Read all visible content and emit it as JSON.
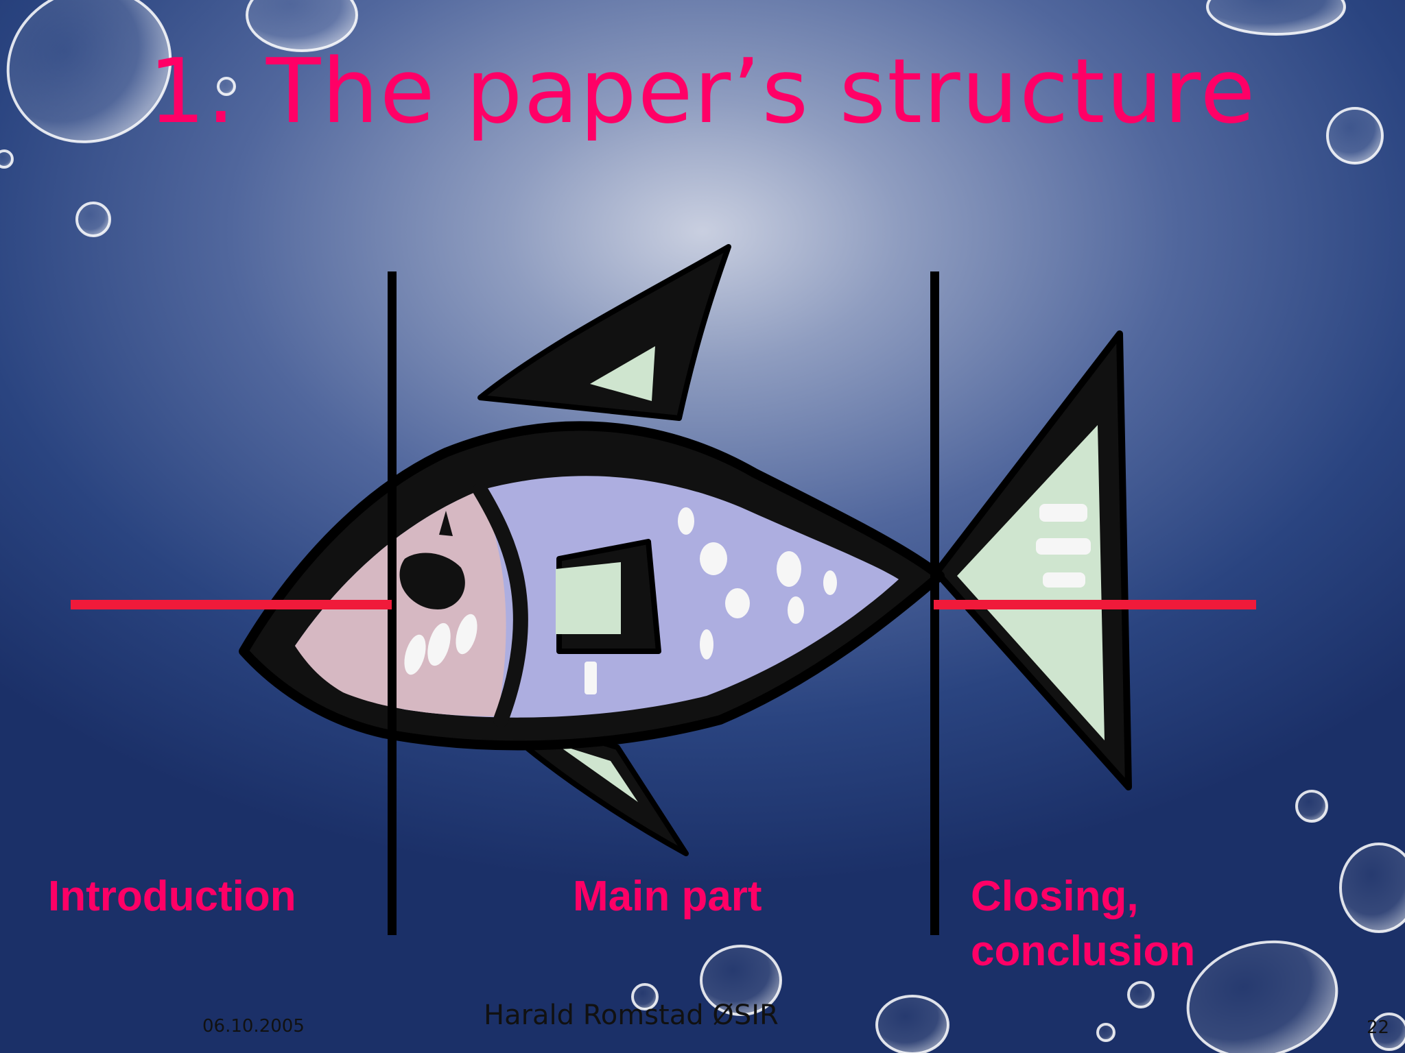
{
  "slide": {
    "title": "1. The paper’s structure",
    "sections": {
      "introduction": "Introduction",
      "main_part": "Main part",
      "closing_line1": "Closing,",
      "closing_line2": "conclusion"
    },
    "footer": {
      "date": "06.10.2005",
      "author": "Harald Romstad ØSIR",
      "page_number": "22"
    }
  },
  "colors": {
    "title": "#ff0066",
    "divider_lines": "#000000",
    "axis_lines": "#f01a3a",
    "background_dark": "#1b3068",
    "background_light": "#c9cfe0"
  },
  "icons": [
    "fish-clipart",
    "water-bubble"
  ]
}
